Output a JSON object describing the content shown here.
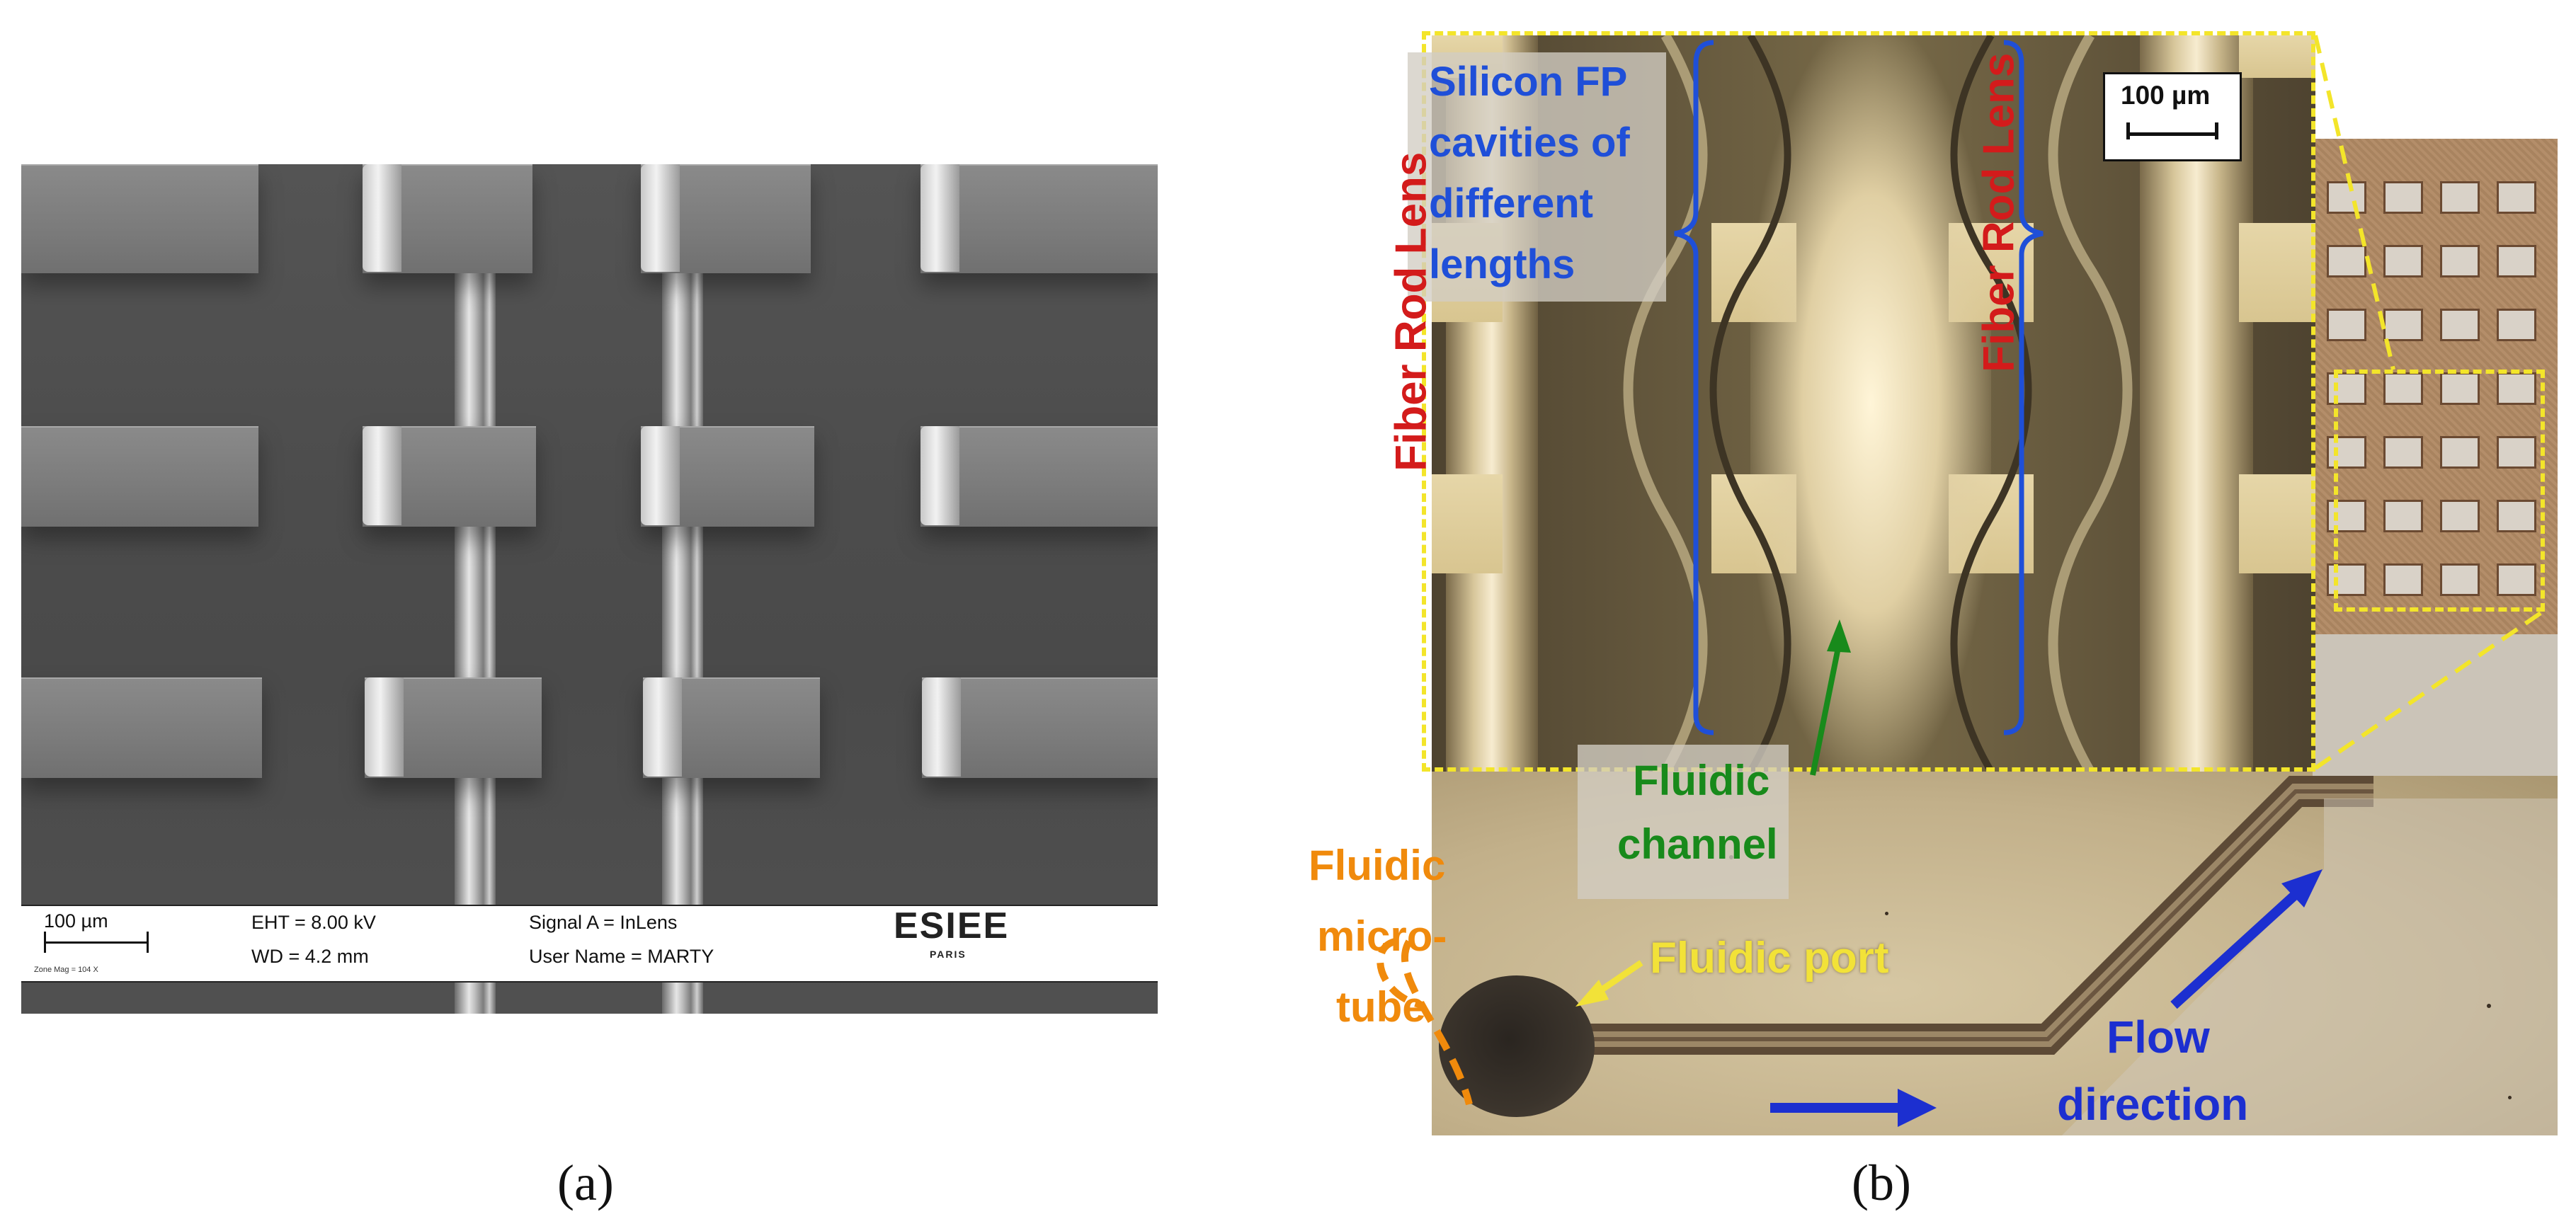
{
  "panel_a": {
    "caption": "(a)",
    "scale_bar_label": "100 µm",
    "zone_mag": "Zone Mag =   104 X",
    "eht": "EHT =  8.00 kV",
    "wd": "WD =  4.2 mm",
    "signal": "Signal A = InLens",
    "user": "User Name = MARTY",
    "logo_text": "ESIEE",
    "logo_sub": "PARIS"
  },
  "panel_b": {
    "caption": "(b)",
    "scale_bar_label": "100 µm",
    "labels": {
      "cavities": [
        "Silicon FP",
        "cavities of",
        "different",
        "lengths"
      ],
      "fiber_rod_lens": "Fiber Rod Lens",
      "fluidic_channel": [
        "Fluidic",
        "channel"
      ],
      "fluidic_microtube": [
        "Fluidic",
        "micro-",
        "tube"
      ],
      "fluidic_port": "Fluidic port",
      "flow_direction": [
        "Flow",
        "direction"
      ]
    }
  },
  "colors": {
    "highlight_dashed": "#f3e52a",
    "label_blue": "#1f4fd8",
    "label_red": "#d31b1b",
    "label_green": "#188a1b",
    "label_orange": "#f08a0c",
    "label_yellow": "#f2e238",
    "arrow_blue": "#1c2fd0"
  }
}
